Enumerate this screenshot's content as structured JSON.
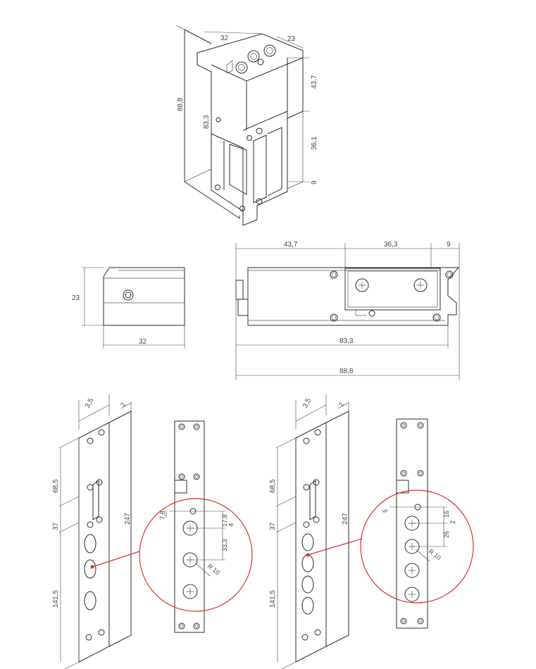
{
  "isometric": {
    "width": "32",
    "depth": "23",
    "height_total": "88,8",
    "height_body": "83,3",
    "top": "43,7",
    "middle": "36,1",
    "bottom": "9"
  },
  "side_view": {
    "height": "23",
    "width": "32"
  },
  "front_view": {
    "seg1": "43,7",
    "seg2": "36,3",
    "seg3": "9",
    "overall_body": "83,3",
    "overall_total": "88,8"
  },
  "strike_left": {
    "plate_width": "3,5",
    "plate_thickness": "2",
    "top_len": "68,5",
    "gap": "37",
    "bottom_len": "141,5",
    "total_len": "247",
    "detail": {
      "d1": "7,8",
      "d2": "17,8",
      "d3": "4",
      "spacing": "33,3",
      "radius": "R 10"
    }
  },
  "strike_right": {
    "plate_width": "3,5",
    "plate_thickness": "2",
    "top_len": "68,5",
    "gap": "37",
    "bottom_len": "141,5",
    "total_len": "247",
    "detail": {
      "d1": "5",
      "d2": "16",
      "d3": "2",
      "spacing": "26",
      "radius": "R 10"
    }
  },
  "colors": {
    "line": "#2b2b2b",
    "detail_circle": "#d9302b"
  }
}
